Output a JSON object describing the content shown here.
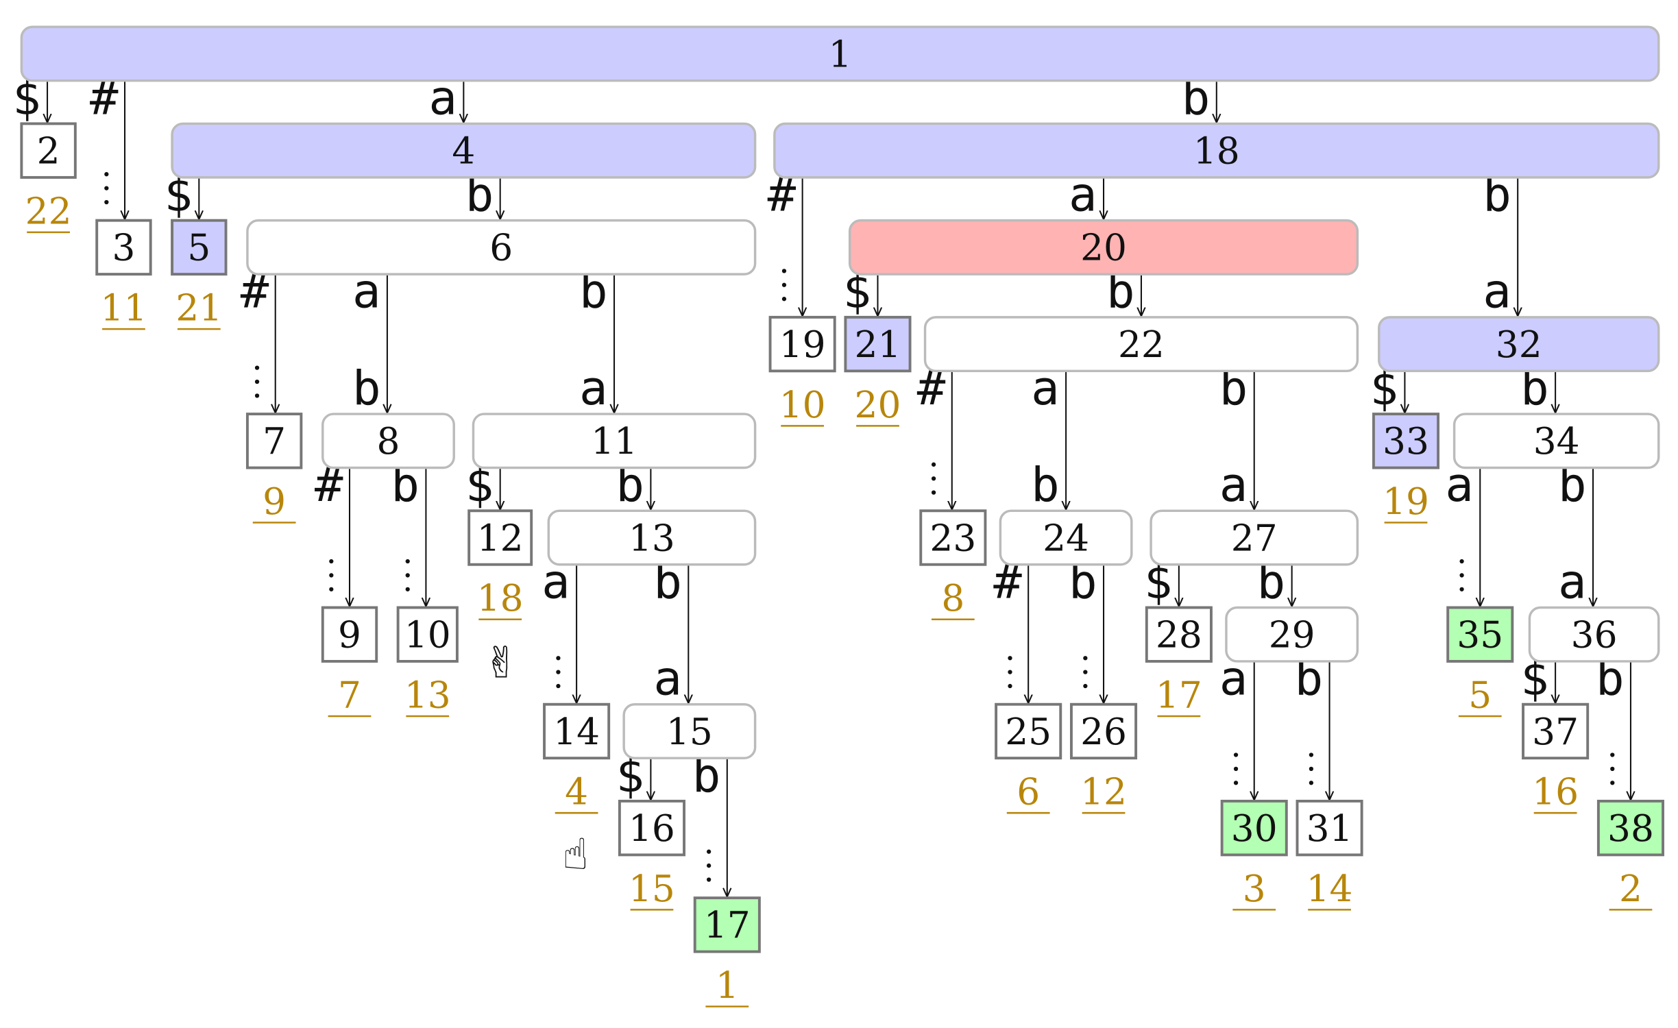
{
  "colors": {
    "blue": "#ccccff",
    "red": "#ffb3b3",
    "green": "#b3ffb3",
    "white": "#ffffff",
    "leaf_number": "#b8860b"
  },
  "nodes": [
    {
      "id": "1",
      "label": "1",
      "kind": "internal",
      "fill": "blue"
    },
    {
      "id": "2",
      "label": "2",
      "kind": "leaf",
      "fill": "white"
    },
    {
      "id": "3",
      "label": "3",
      "kind": "leaf",
      "fill": "white"
    },
    {
      "id": "4",
      "label": "4",
      "kind": "internal",
      "fill": "blue"
    },
    {
      "id": "5",
      "label": "5",
      "kind": "leaf",
      "fill": "blue"
    },
    {
      "id": "6",
      "label": "6",
      "kind": "internal",
      "fill": "white"
    },
    {
      "id": "7",
      "label": "7",
      "kind": "leaf",
      "fill": "white"
    },
    {
      "id": "8",
      "label": "8",
      "kind": "internal",
      "fill": "white"
    },
    {
      "id": "9",
      "label": "9",
      "kind": "leaf",
      "fill": "white"
    },
    {
      "id": "10",
      "label": "10",
      "kind": "leaf",
      "fill": "white"
    },
    {
      "id": "11",
      "label": "11",
      "kind": "internal",
      "fill": "white"
    },
    {
      "id": "12",
      "label": "12",
      "kind": "leaf",
      "fill": "white"
    },
    {
      "id": "13",
      "label": "13",
      "kind": "internal",
      "fill": "white"
    },
    {
      "id": "14",
      "label": "14",
      "kind": "leaf",
      "fill": "white"
    },
    {
      "id": "15",
      "label": "15",
      "kind": "internal",
      "fill": "white"
    },
    {
      "id": "16",
      "label": "16",
      "kind": "leaf",
      "fill": "white"
    },
    {
      "id": "17",
      "label": "17",
      "kind": "leaf",
      "fill": "green"
    },
    {
      "id": "18",
      "label": "18",
      "kind": "internal",
      "fill": "blue"
    },
    {
      "id": "19",
      "label": "19",
      "kind": "leaf",
      "fill": "white"
    },
    {
      "id": "20",
      "label": "20",
      "kind": "internal",
      "fill": "red"
    },
    {
      "id": "21",
      "label": "21",
      "kind": "leaf",
      "fill": "blue"
    },
    {
      "id": "22",
      "label": "22",
      "kind": "internal",
      "fill": "white"
    },
    {
      "id": "23",
      "label": "23",
      "kind": "leaf",
      "fill": "white"
    },
    {
      "id": "24",
      "label": "24",
      "kind": "internal",
      "fill": "white"
    },
    {
      "id": "25",
      "label": "25",
      "kind": "leaf",
      "fill": "white"
    },
    {
      "id": "26",
      "label": "26",
      "kind": "leaf",
      "fill": "white"
    },
    {
      "id": "27",
      "label": "27",
      "kind": "internal",
      "fill": "white"
    },
    {
      "id": "28",
      "label": "28",
      "kind": "leaf",
      "fill": "white"
    },
    {
      "id": "29",
      "label": "29",
      "kind": "internal",
      "fill": "white"
    },
    {
      "id": "30",
      "label": "30",
      "kind": "leaf",
      "fill": "green"
    },
    {
      "id": "31",
      "label": "31",
      "kind": "leaf",
      "fill": "white"
    },
    {
      "id": "32",
      "label": "32",
      "kind": "internal",
      "fill": "blue"
    },
    {
      "id": "33",
      "label": "33",
      "kind": "leaf",
      "fill": "blue"
    },
    {
      "id": "34",
      "label": "34",
      "kind": "internal",
      "fill": "white"
    },
    {
      "id": "35",
      "label": "35",
      "kind": "leaf",
      "fill": "green"
    },
    {
      "id": "36",
      "label": "36",
      "kind": "internal",
      "fill": "white"
    },
    {
      "id": "37",
      "label": "37",
      "kind": "leaf",
      "fill": "white"
    },
    {
      "id": "38",
      "label": "38",
      "kind": "leaf",
      "fill": "green"
    }
  ],
  "edges": [
    {
      "from": "1",
      "to": "2",
      "label": "$",
      "dots": false
    },
    {
      "from": "1",
      "to": "3",
      "label": "#",
      "dots": true
    },
    {
      "from": "1",
      "to": "4",
      "label": "a",
      "dots": false
    },
    {
      "from": "1",
      "to": "18",
      "label": "b",
      "dots": false
    },
    {
      "from": "4",
      "to": "5",
      "label": "$",
      "dots": false
    },
    {
      "from": "4",
      "to": "6",
      "label": "b",
      "dots": false
    },
    {
      "from": "6",
      "to": "7",
      "label": "#",
      "dots": true
    },
    {
      "from": "6",
      "to": "8",
      "label": "a",
      "label2": "b",
      "dots": false
    },
    {
      "from": "6",
      "to": "11",
      "label": "b",
      "label2": "a",
      "dots": false
    },
    {
      "from": "8",
      "to": "9",
      "label": "#",
      "dots": true
    },
    {
      "from": "8",
      "to": "10",
      "label": "b",
      "dots": true
    },
    {
      "from": "11",
      "to": "12",
      "label": "$",
      "dots": false
    },
    {
      "from": "11",
      "to": "13",
      "label": "b",
      "dots": false
    },
    {
      "from": "13",
      "to": "14",
      "label": "a",
      "dots": true
    },
    {
      "from": "13",
      "to": "15",
      "label": "b",
      "label2": "a",
      "dots": false
    },
    {
      "from": "15",
      "to": "16",
      "label": "$",
      "dots": false
    },
    {
      "from": "15",
      "to": "17",
      "label": "b",
      "dots": true
    },
    {
      "from": "18",
      "to": "19",
      "label": "#",
      "dots": true
    },
    {
      "from": "18",
      "to": "20",
      "label": "a",
      "dots": false
    },
    {
      "from": "18",
      "to": "32",
      "label": "b",
      "label2": "a",
      "dots": false
    },
    {
      "from": "20",
      "to": "21",
      "label": "$",
      "dots": false
    },
    {
      "from": "20",
      "to": "22",
      "label": "b",
      "dots": false
    },
    {
      "from": "22",
      "to": "23",
      "label": "#",
      "dots": true
    },
    {
      "from": "22",
      "to": "24",
      "label": "a",
      "label2": "b",
      "dots": false
    },
    {
      "from": "22",
      "to": "27",
      "label": "b",
      "label2": "a",
      "dots": false
    },
    {
      "from": "24",
      "to": "25",
      "label": "#",
      "dots": true
    },
    {
      "from": "24",
      "to": "26",
      "label": "b",
      "dots": true
    },
    {
      "from": "27",
      "to": "28",
      "label": "$",
      "dots": false
    },
    {
      "from": "27",
      "to": "29",
      "label": "b",
      "dots": false
    },
    {
      "from": "29",
      "to": "30",
      "label": "a",
      "dots": true
    },
    {
      "from": "29",
      "to": "31",
      "label": "b",
      "dots": true
    },
    {
      "from": "32",
      "to": "33",
      "label": "$",
      "dots": false
    },
    {
      "from": "32",
      "to": "34",
      "label": "b",
      "dots": false
    },
    {
      "from": "34",
      "to": "35",
      "label": "a",
      "dots": true
    },
    {
      "from": "34",
      "to": "36",
      "label": "b",
      "label2": "a",
      "dots": false
    },
    {
      "from": "36",
      "to": "37",
      "label": "$",
      "dots": false
    },
    {
      "from": "36",
      "to": "38",
      "label": "b",
      "dots": true
    }
  ],
  "leaf_numbers": [
    {
      "node": "2",
      "value": "22"
    },
    {
      "node": "3",
      "value": "11"
    },
    {
      "node": "5",
      "value": "21"
    },
    {
      "node": "7",
      "value": "9"
    },
    {
      "node": "9",
      "value": "7"
    },
    {
      "node": "10",
      "value": "13"
    },
    {
      "node": "12",
      "value": "18"
    },
    {
      "node": "14",
      "value": "4"
    },
    {
      "node": "16",
      "value": "15"
    },
    {
      "node": "17",
      "value": "1"
    },
    {
      "node": "19",
      "value": "10"
    },
    {
      "node": "21",
      "value": "20"
    },
    {
      "node": "23",
      "value": "8"
    },
    {
      "node": "25",
      "value": "6"
    },
    {
      "node": "26",
      "value": "12"
    },
    {
      "node": "28",
      "value": "17"
    },
    {
      "node": "30",
      "value": "3"
    },
    {
      "node": "31",
      "value": "14"
    },
    {
      "node": "33",
      "value": "19"
    },
    {
      "node": "35",
      "value": "5"
    },
    {
      "node": "37",
      "value": "16"
    },
    {
      "node": "38",
      "value": "2"
    }
  ],
  "markers": [
    {
      "name": "victory-hand-icon",
      "glyph": "✌"
    },
    {
      "name": "pointing-hand-icon",
      "glyph": "☝"
    }
  ]
}
